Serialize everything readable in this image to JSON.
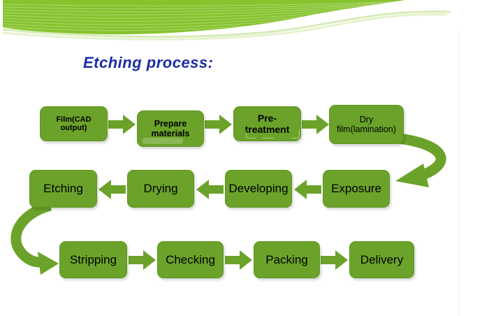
{
  "title": "Etching process:",
  "flow": {
    "rows": [
      {
        "direction": "right",
        "nodes": [
          {
            "label": "Film(CAD output)"
          },
          {
            "label": "Prepare materials"
          },
          {
            "label": "Pre-treatment"
          },
          {
            "label": "Dry film(lamination)"
          }
        ]
      },
      {
        "direction": "left",
        "nodes": [
          {
            "label": "Etching"
          },
          {
            "label": "Drying"
          },
          {
            "label": "Developing"
          },
          {
            "label": "Exposure"
          }
        ]
      },
      {
        "direction": "right",
        "nodes": [
          {
            "label": "Stripping"
          },
          {
            "label": "Checking"
          },
          {
            "label": "Packing"
          },
          {
            "label": "Delivery"
          }
        ]
      }
    ],
    "sequence": [
      "Film(CAD output)",
      "Prepare materials",
      "Pre-treatment",
      "Dry film(lamination)",
      "Exposure",
      "Developing",
      "Drying",
      "Etching",
      "Stripping",
      "Checking",
      "Packing",
      "Delivery"
    ]
  },
  "colors": {
    "node_fill": "#6ba32a",
    "node_border": "#5d9420",
    "arrow_green": "#6ba32a",
    "banner_green": "#86c32d",
    "banner_line_white": "#ffffff",
    "title_blue": "#1c2da3",
    "node_text": "#000000",
    "background": "#ffffff"
  }
}
